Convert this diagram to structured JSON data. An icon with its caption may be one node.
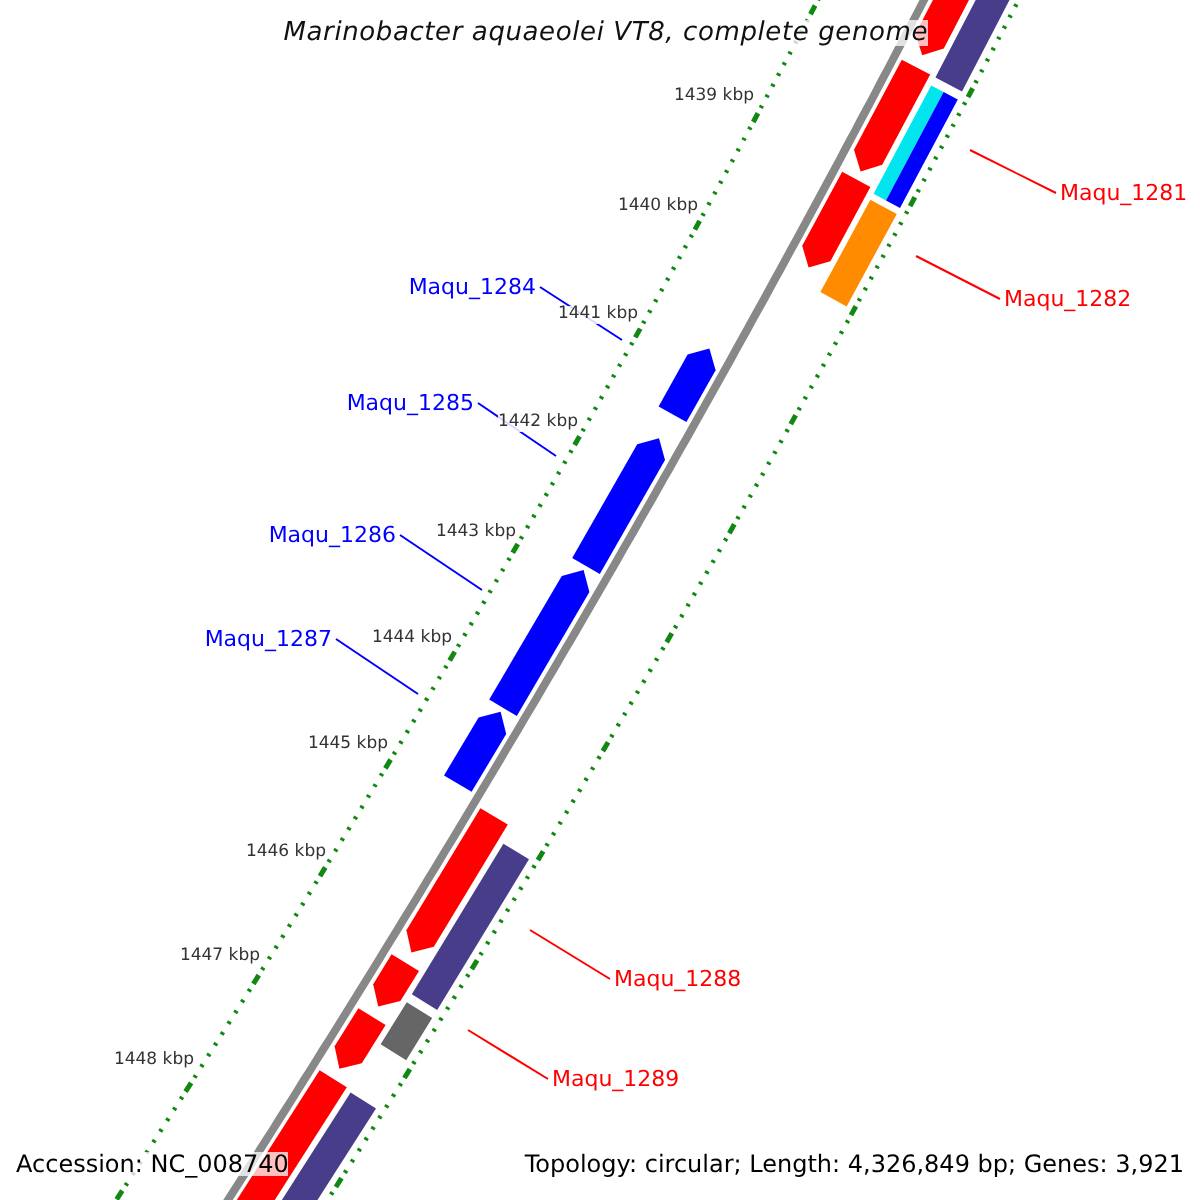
{
  "diagram": {
    "title": "Marinobacter aquaeolei VT8, complete genome",
    "nodes": [
      {
        "text": [
          "Maqu_1281"
        ]
      },
      {
        "text": [
          "Maqu_1284"
        ]
      },
      {
        "text": [
          "Maqu_1282"
        ]
      },
      {
        "text": [
          "Maqu_1285"
        ]
      },
      {
        "text": [
          "Maqu_1286"
        ]
      },
      {
        "text": [
          "Maqu_1287"
        ]
      },
      {
        "text": [
          "Maqu_1288"
        ]
      },
      {
        "text": [
          "Maqu_1289"
        ]
      }
    ],
    "edges": [
      {
        "from": 0,
        "to": null,
        "arrow": "none",
        "color": "#ff0000"
      },
      {
        "from": 1,
        "to": null,
        "arrow": "none",
        "color": "#0000ff"
      },
      {
        "from": 2,
        "to": null,
        "arrow": "none",
        "color": "#ff0000"
      },
      {
        "from": 3,
        "to": null,
        "arrow": "none",
        "color": "#0000ff"
      },
      {
        "from": 4,
        "to": null,
        "arrow": "none",
        "color": "#0000ff"
      },
      {
        "from": 5,
        "to": null,
        "arrow": "none",
        "color": "#0000ff"
      },
      {
        "from": 6,
        "to": null,
        "arrow": "none",
        "color": "#ff0000"
      },
      {
        "from": 7,
        "to": null,
        "arrow": "none",
        "color": "#ff0000"
      }
    ],
    "labels": [
      "1439 kbp",
      "1440 kbp",
      "1441 kbp",
      "1442 kbp",
      "1443 kbp",
      "1444 kbp",
      "1445 kbp",
      "1446 kbp",
      "1447 kbp",
      "1448 kbp",
      "Accession: NC_008740",
      "Topology: circular; Length: 4,326,849 bp; Genes: 3,921"
    ]
  }
}
